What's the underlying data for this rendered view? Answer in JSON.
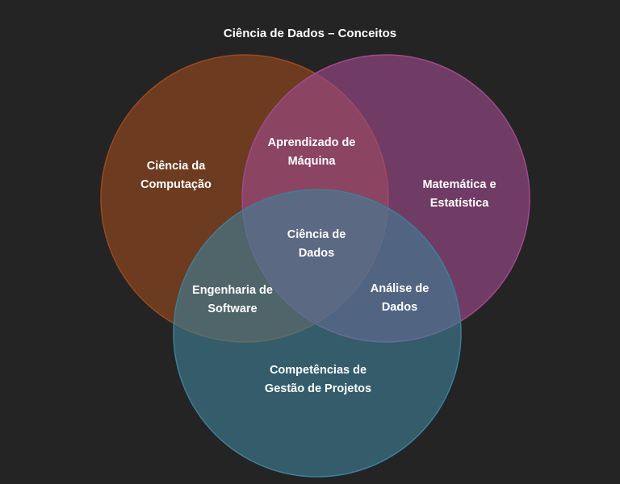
{
  "title": "Ciência de Dados – Conceitos",
  "colors": {
    "background": "#242424",
    "computer_science": "#9a4a1e",
    "math_statistics": "#a04a8c",
    "project_management": "#3f7f96",
    "text": "#ffffff"
  },
  "sets": [
    {
      "id": "computer_science",
      "lines": [
        "Ciência da",
        "Computação"
      ]
    },
    {
      "id": "math_statistics",
      "lines": [
        "Matemática e",
        "Estatística"
      ]
    },
    {
      "id": "project_management",
      "lines": [
        "Competências de",
        "Gestão de Projetos"
      ]
    }
  ],
  "intersections": [
    {
      "id": "machine_learning",
      "sets": [
        "computer_science",
        "math_statistics"
      ],
      "lines": [
        "Aprendizado de",
        "Máquina"
      ]
    },
    {
      "id": "software_engineering",
      "sets": [
        "computer_science",
        "project_management"
      ],
      "lines": [
        "Engenharia de",
        "Software"
      ]
    },
    {
      "id": "data_analysis",
      "sets": [
        "math_statistics",
        "project_management"
      ],
      "lines": [
        "Análise de",
        "Dados"
      ]
    },
    {
      "id": "data_science",
      "sets": [
        "computer_science",
        "math_statistics",
        "project_management"
      ],
      "lines": [
        "Ciência de",
        "Dados"
      ]
    }
  ]
}
